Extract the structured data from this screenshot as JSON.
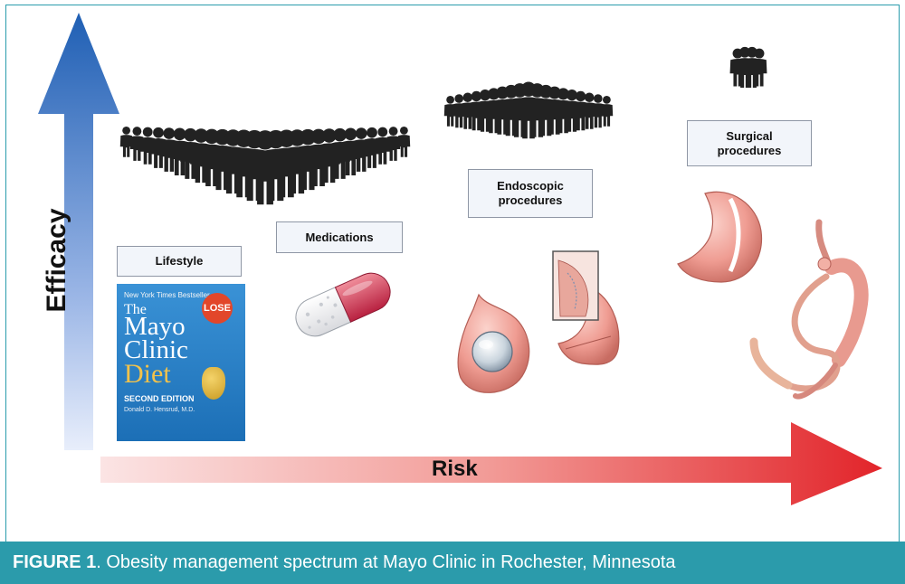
{
  "axes": {
    "y_label": "Efficacy",
    "x_label": "Risk"
  },
  "stages": [
    {
      "id": "lifestyle",
      "label": "Lifestyle"
    },
    {
      "id": "medications",
      "label": "Medications"
    },
    {
      "id": "endoscopic",
      "label": "Endoscopic\nprocedures"
    },
    {
      "id": "surgical",
      "label": "Surgical\nprocedures"
    }
  ],
  "book": {
    "top_line": "New York Times Bestseller",
    "title_the": "The",
    "title_mayo": "Mayo",
    "title_clinic": "Clinic",
    "title_diet": "Diet",
    "edition": "SECOND EDITION",
    "author": "Donald D. Hensrud, M.D.",
    "badge": "LOSE"
  },
  "caption": {
    "label": "FIGURE 1",
    "text": ". Obesity management spectrum at Mayo Clinic in Rochester, Minnesota"
  },
  "colors": {
    "caption_bar": "#2b9bab",
    "efficacy_arrow": "#1f5fb4",
    "risk_arrow": "#e2242a",
    "label_box_border": "#8f97a5",
    "people": "#222222",
    "capsule_red": "#c9324a"
  }
}
